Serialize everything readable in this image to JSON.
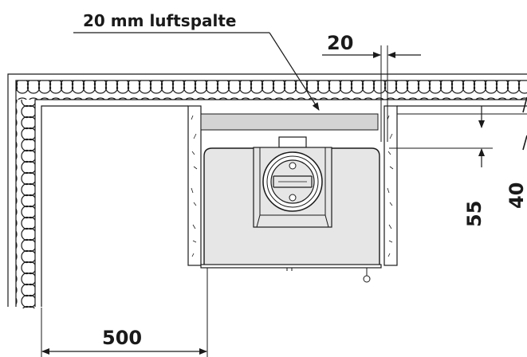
{
  "labels": {
    "air_gap": "20 mm luftspalte",
    "gap_width": "20",
    "dim_55": "55",
    "dim_40": "40",
    "dim_500": "500"
  },
  "colors": {
    "line": "#1a1a1a",
    "stove_fill": "#e6e6e6",
    "air_gap_fill": "#d4d4d4",
    "panel_fill": "#ffffff"
  },
  "icons": {
    "insulation": "insulation-wave-pattern",
    "flue": "flue-connector-icon"
  }
}
